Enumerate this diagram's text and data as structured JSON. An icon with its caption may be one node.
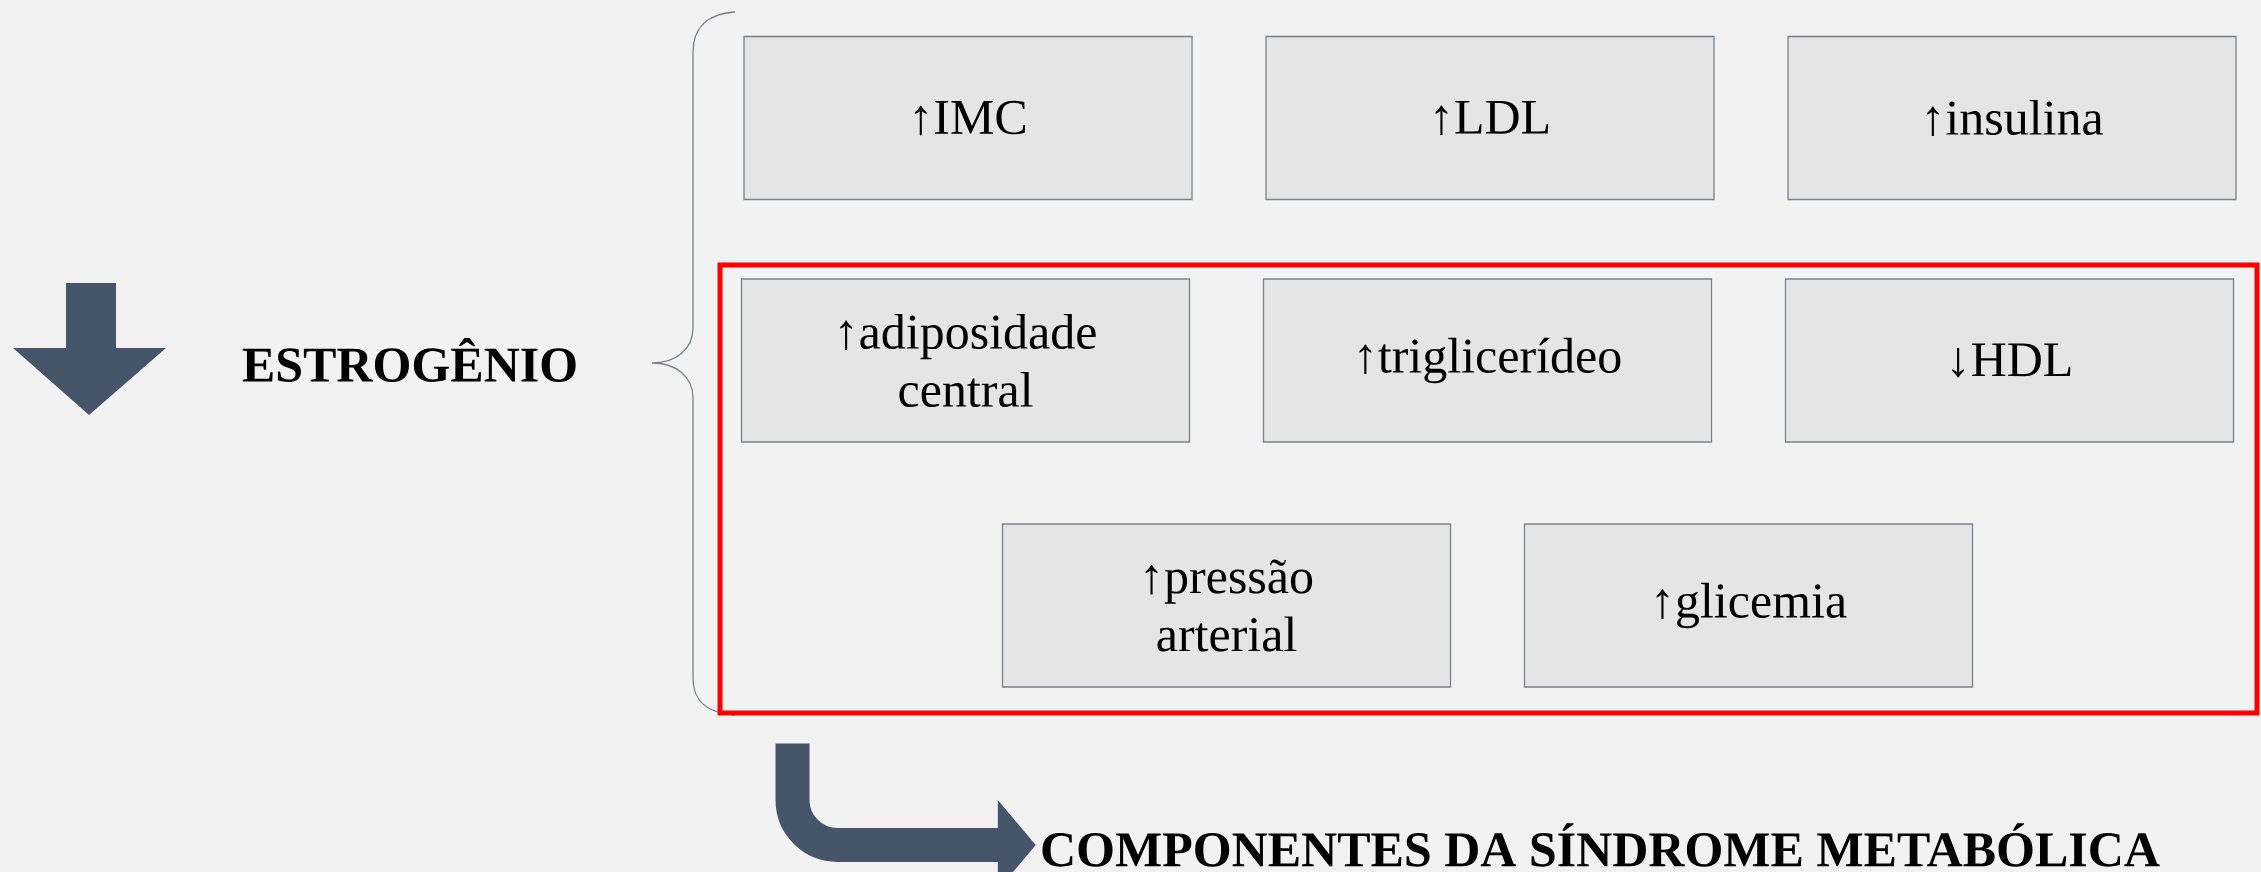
{
  "diagram": {
    "nodes": [
      {
        "text": [
          "ESTROGÊNIO"
        ]
      },
      {
        "text": [
          "↑IMC"
        ]
      },
      {
        "text": [
          "↑LDL"
        ]
      },
      {
        "text": [
          "↑insulina"
        ]
      },
      {
        "text": [],
        "shape": "box"
      },
      {
        "text": [
          "↑adiposidade central"
        ],
        "in": 4
      },
      {
        "text": [
          "↑triglicerídeo"
        ],
        "in": 4
      },
      {
        "text": [
          "↓HDL"
        ],
        "in": 4
      },
      {
        "text": [
          "↑pressão arterial"
        ],
        "in": 4
      },
      {
        "text": [
          "↑glicemia"
        ],
        "in": 4
      },
      {
        "text": [
          "COMPONENTES DA SÍNDROME METABÓLICA"
        ]
      }
    ],
    "edges": [
      {
        "from": 4,
        "to": 10,
        "arrow": "to"
      }
    ]
  }
}
